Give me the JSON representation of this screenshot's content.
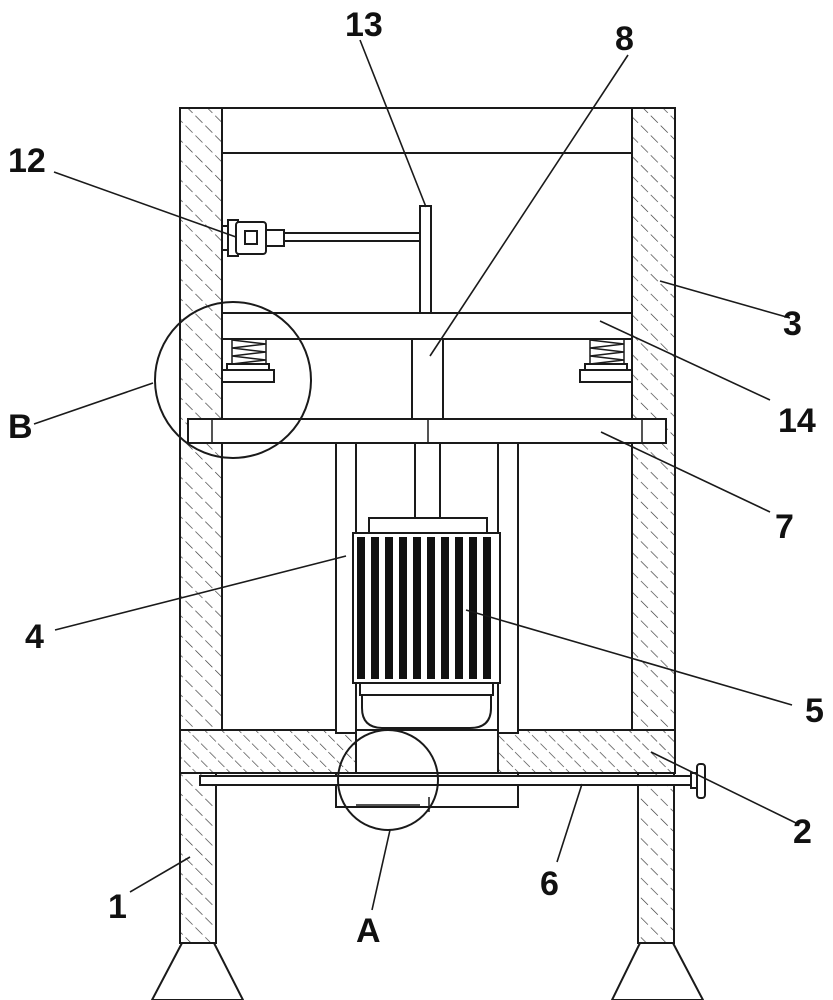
{
  "labels": {
    "l1": "1",
    "l2": "2",
    "l3": "3",
    "l4": "4",
    "l5": "5",
    "l6": "6",
    "l7": "7",
    "l8": "8",
    "l12": "12",
    "l13": "13",
    "l14": "14",
    "lA": "A",
    "lB": "B"
  }
}
